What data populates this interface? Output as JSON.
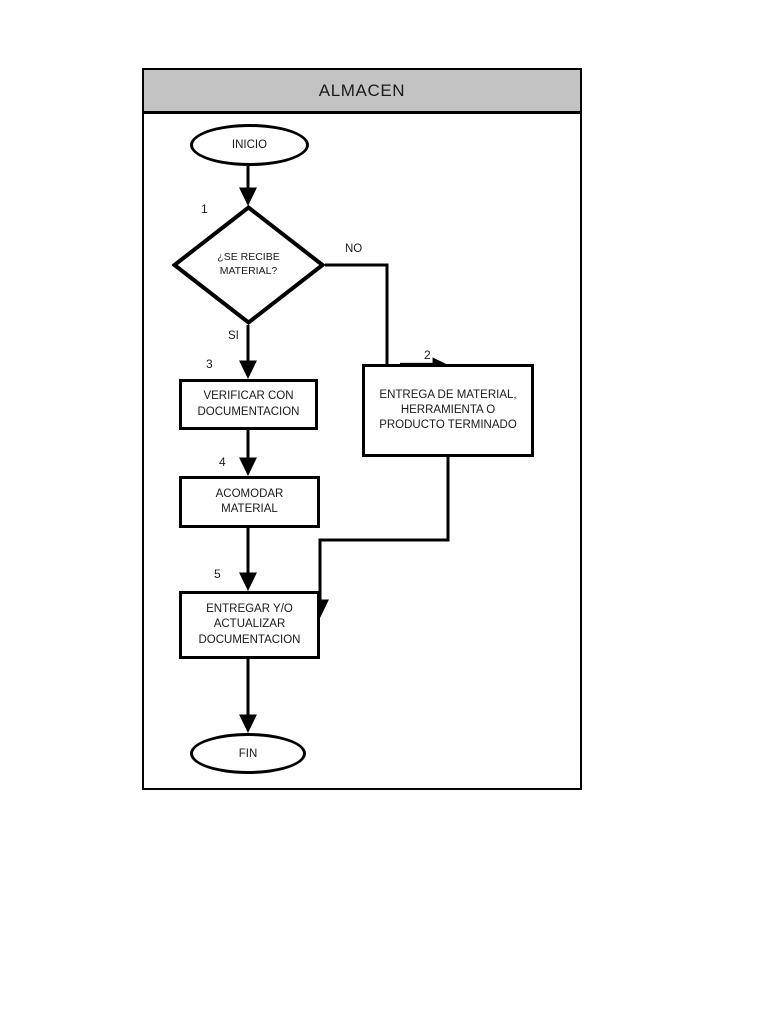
{
  "header": {
    "title": "ALMACEN",
    "background_color": "#c3c3c3"
  },
  "diagram": {
    "type": "flowchart",
    "orientation": "vertical",
    "line_color": "#000000",
    "fill_color": "#ffffff",
    "nodes": [
      {
        "id": "start",
        "shape": "terminator",
        "label": "INICIO"
      },
      {
        "id": "decision",
        "shape": "decision",
        "label": "¿SE RECIBE MATERIAL?",
        "step": "1"
      },
      {
        "id": "box2",
        "shape": "process",
        "label": "ENTREGA DE MATERIAL, HERRAMIENTA O PRODUCTO TERMINADO",
        "step": "2"
      },
      {
        "id": "box3",
        "shape": "process",
        "label": "VERIFICAR CON DOCUMENTACION",
        "step": "3"
      },
      {
        "id": "box4",
        "shape": "process",
        "label": "ACOMODAR MATERIAL",
        "step": "4"
      },
      {
        "id": "box5",
        "shape": "process",
        "label": "ENTREGAR  Y/O ACTUALIZAR DOCUMENTACION",
        "step": "5"
      },
      {
        "id": "end",
        "shape": "terminator",
        "label": "FIN"
      }
    ],
    "edge_labels": {
      "yes": "SI",
      "no": "NO"
    },
    "node_text": {
      "start": "INICIO",
      "decision_line1": "¿SE RECIBE",
      "decision_line2": "MATERIAL?",
      "box2_line1": "ENTREGA DE MATERIAL,",
      "box2_line2": "HERRAMIENTA O",
      "box2_line3": "PRODUCTO TERMINADO",
      "box3_line1": "VERIFICAR CON",
      "box3_line2": "DOCUMENTACION",
      "box4_line1": "ACOMODAR",
      "box4_line2": "MATERIAL",
      "box5_line1": "ENTREGAR  Y/O",
      "box5_line2": "ACTUALIZAR",
      "box5_line3": "DOCUMENTACION",
      "end": "FIN"
    },
    "step_numbers": {
      "decision": "1",
      "box2": "2",
      "box3": "3",
      "box4": "4",
      "box5": "5"
    }
  }
}
